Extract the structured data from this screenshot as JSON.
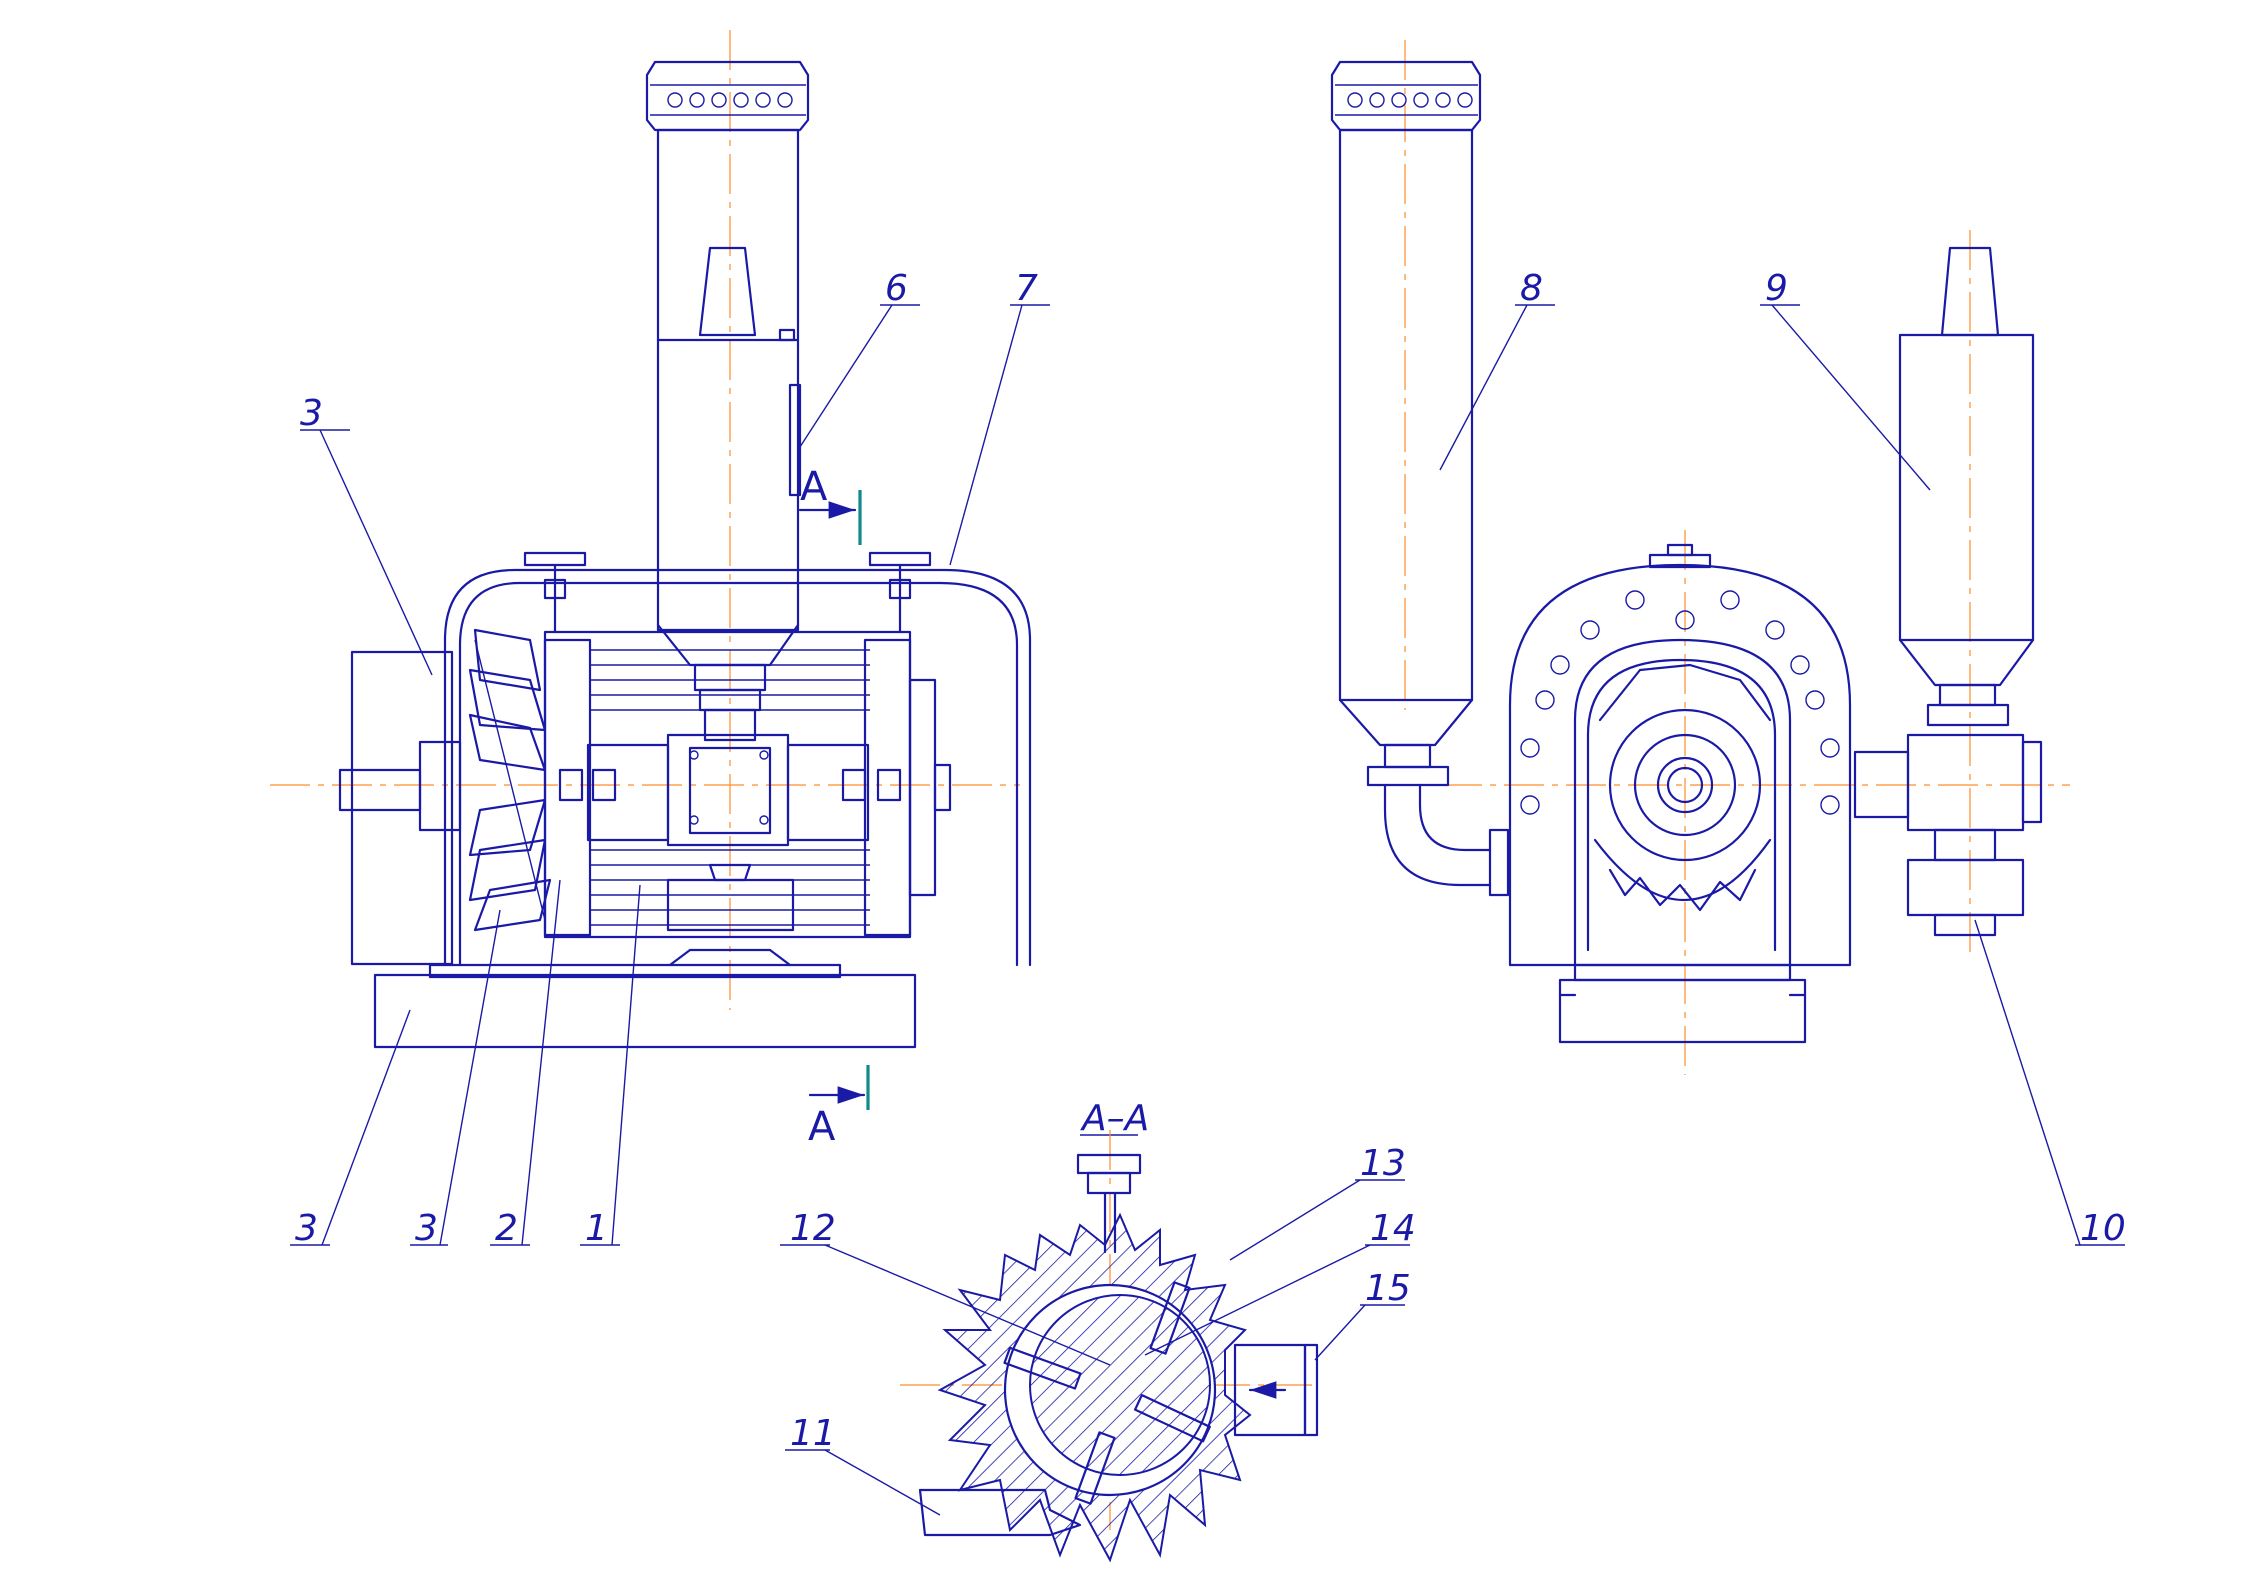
{
  "drawing": {
    "section_title": "A–A",
    "section_letter": "A",
    "callouts": [
      {
        "id": "c3a",
        "text": "3"
      },
      {
        "id": "c6",
        "text": "6"
      },
      {
        "id": "c7",
        "text": "7"
      },
      {
        "id": "c3b",
        "text": "3"
      },
      {
        "id": "c3c",
        "text": "3"
      },
      {
        "id": "c2",
        "text": "2"
      },
      {
        "id": "c1",
        "text": "1"
      },
      {
        "id": "c8",
        "text": "8"
      },
      {
        "id": "c9",
        "text": "9"
      },
      {
        "id": "c10",
        "text": "10"
      },
      {
        "id": "c13",
        "text": "13"
      },
      {
        "id": "c14",
        "text": "14"
      },
      {
        "id": "c12",
        "text": "12"
      },
      {
        "id": "c15",
        "text": "15"
      },
      {
        "id": "c11",
        "text": "11"
      }
    ]
  }
}
